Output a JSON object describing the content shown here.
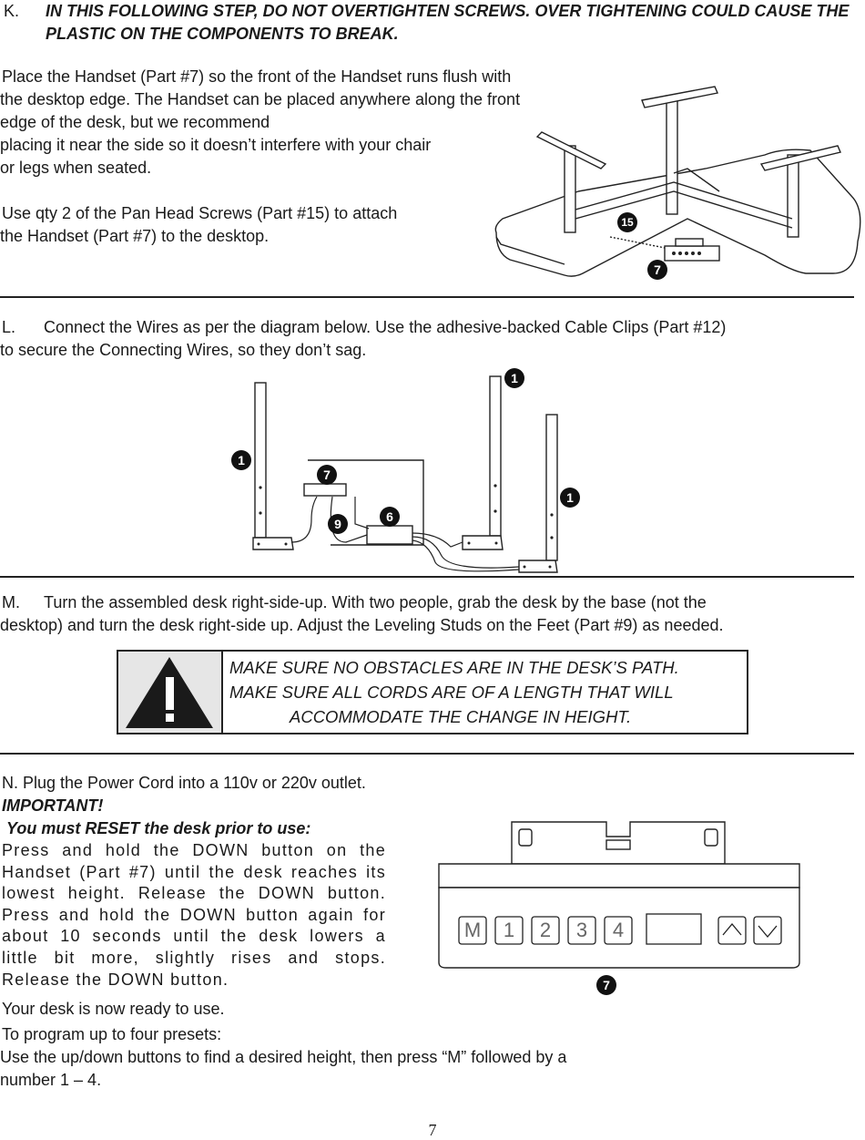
{
  "step_k": {
    "letter": "K.",
    "heading": "IN THIS FOLLOWING STEP, DO NOT OVERTIGHTEN SCREWS. OVER TIGHTENING COULD CAUSE THE PLASTIC ON THE COMPONENTS TO BREAK.",
    "lines": [
      "Place the Handset (Part #7) so the front of the Handset runs flush with",
      "the desktop edge. The Handset can be placed anywhere along the front",
      "edge of the desk, but we recommend",
      "placing it near the side so it doesn’t interfere with your chair",
      "or legs when seated."
    ],
    "lines2": [
      "Use qty 2 of the  Pan Head Screws (Part #15) to attach",
      "the Handset (Part #7) to the desktop."
    ],
    "callouts": [
      "15",
      "7"
    ]
  },
  "step_l": {
    "letter": "L.",
    "line1": "Connect the Wires as per the diagram below. Use the adhesive-backed Cable Clips (Part #12)",
    "line2": "to secure the Connecting Wires, so they don’t sag.",
    "callouts": [
      "1",
      "1",
      "1",
      "7",
      "9",
      "6"
    ]
  },
  "step_m": {
    "letter": "M.",
    "line1": "Turn the assembled desk right-side-up. With two people, grab the desk by the base (not the",
    "line2": "desktop) and turn the desk right-side up. Adjust the Leveling Studs on the Feet (Part #9) as needed.",
    "warning_lines": [
      "MAKE SURE NO OBSTACLES ARE IN THE DESK’S PATH.",
      "MAKE SURE ALL CORDS ARE OF A LENGTH THAT WILL",
      "ACCOMMODATE THE CHANGE IN HEIGHT."
    ]
  },
  "step_n": {
    "line1": "N. Plug the Power Cord into a 110v or 220v outlet.",
    "important": "IMPORTANT!",
    "reset": "You must RESET the desk prior to use:",
    "paragraph": "Press and hold the DOWN button on the Handset (Part #7) until the desk reaches its lowest height. Release the DOWN button. Press and hold the DOWN button again for about 10 seconds until the desk lowers a little bit more, slightly rises and stops. Release the DOWN button.",
    "ready": "Your desk is now ready to use.",
    "program_intro": "To program up to four presets:",
    "program_line1": "Use the up/down buttons to find a desired height, then press “M” followed by a",
    "program_line2": "number 1 – 4.",
    "handset_buttons": [
      "M",
      "1",
      "2",
      "3",
      "4"
    ],
    "callout": "7"
  },
  "page_number": "7"
}
